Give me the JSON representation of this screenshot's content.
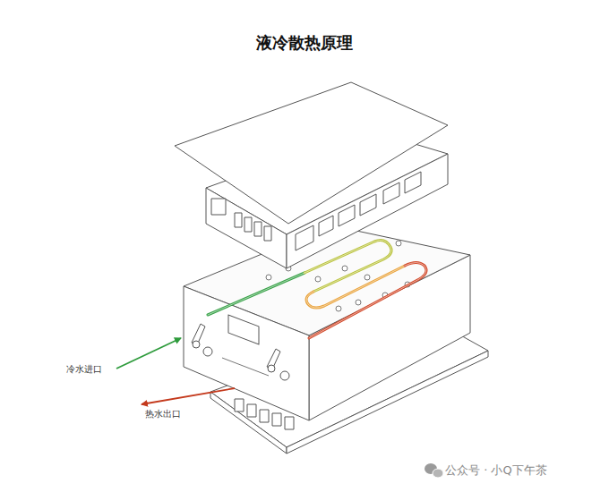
{
  "diagram": {
    "title": "液冷散热原理",
    "labels": [
      "冷水进口",
      "热水出口",
      "公众号 · 小Q下午茶"
    ]
  }
}
